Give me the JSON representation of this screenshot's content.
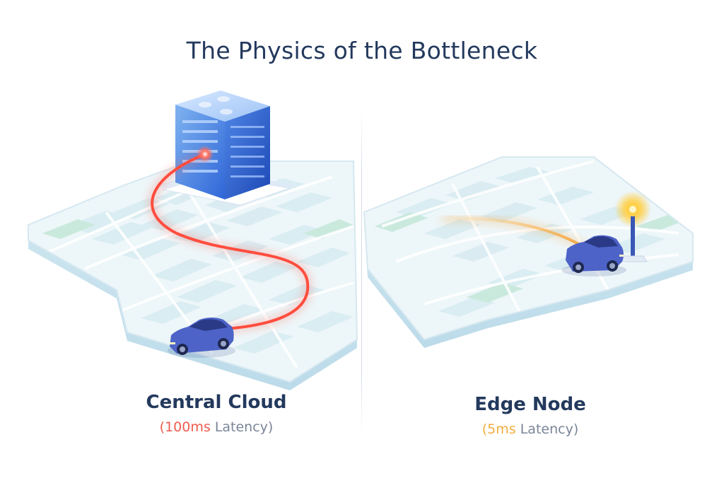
{
  "title": "The Physics of the Bottleneck",
  "panels": [
    {
      "name": "Central Cloud",
      "latency_value": "100ms",
      "latency_word": "Latency",
      "accent": "#ef5b4f",
      "icon": "server-tower-icon"
    },
    {
      "name": "Edge Node",
      "latency_value": "5ms",
      "latency_word": "Latency",
      "accent": "#f2ad3c",
      "icon": "street-lamp-icon"
    }
  ],
  "colors": {
    "title": "#23395d",
    "map_base": "#eaf4f8",
    "map_block": "#d7ebf0",
    "map_green": "#c4e6d8",
    "car": "#4d63c8"
  }
}
